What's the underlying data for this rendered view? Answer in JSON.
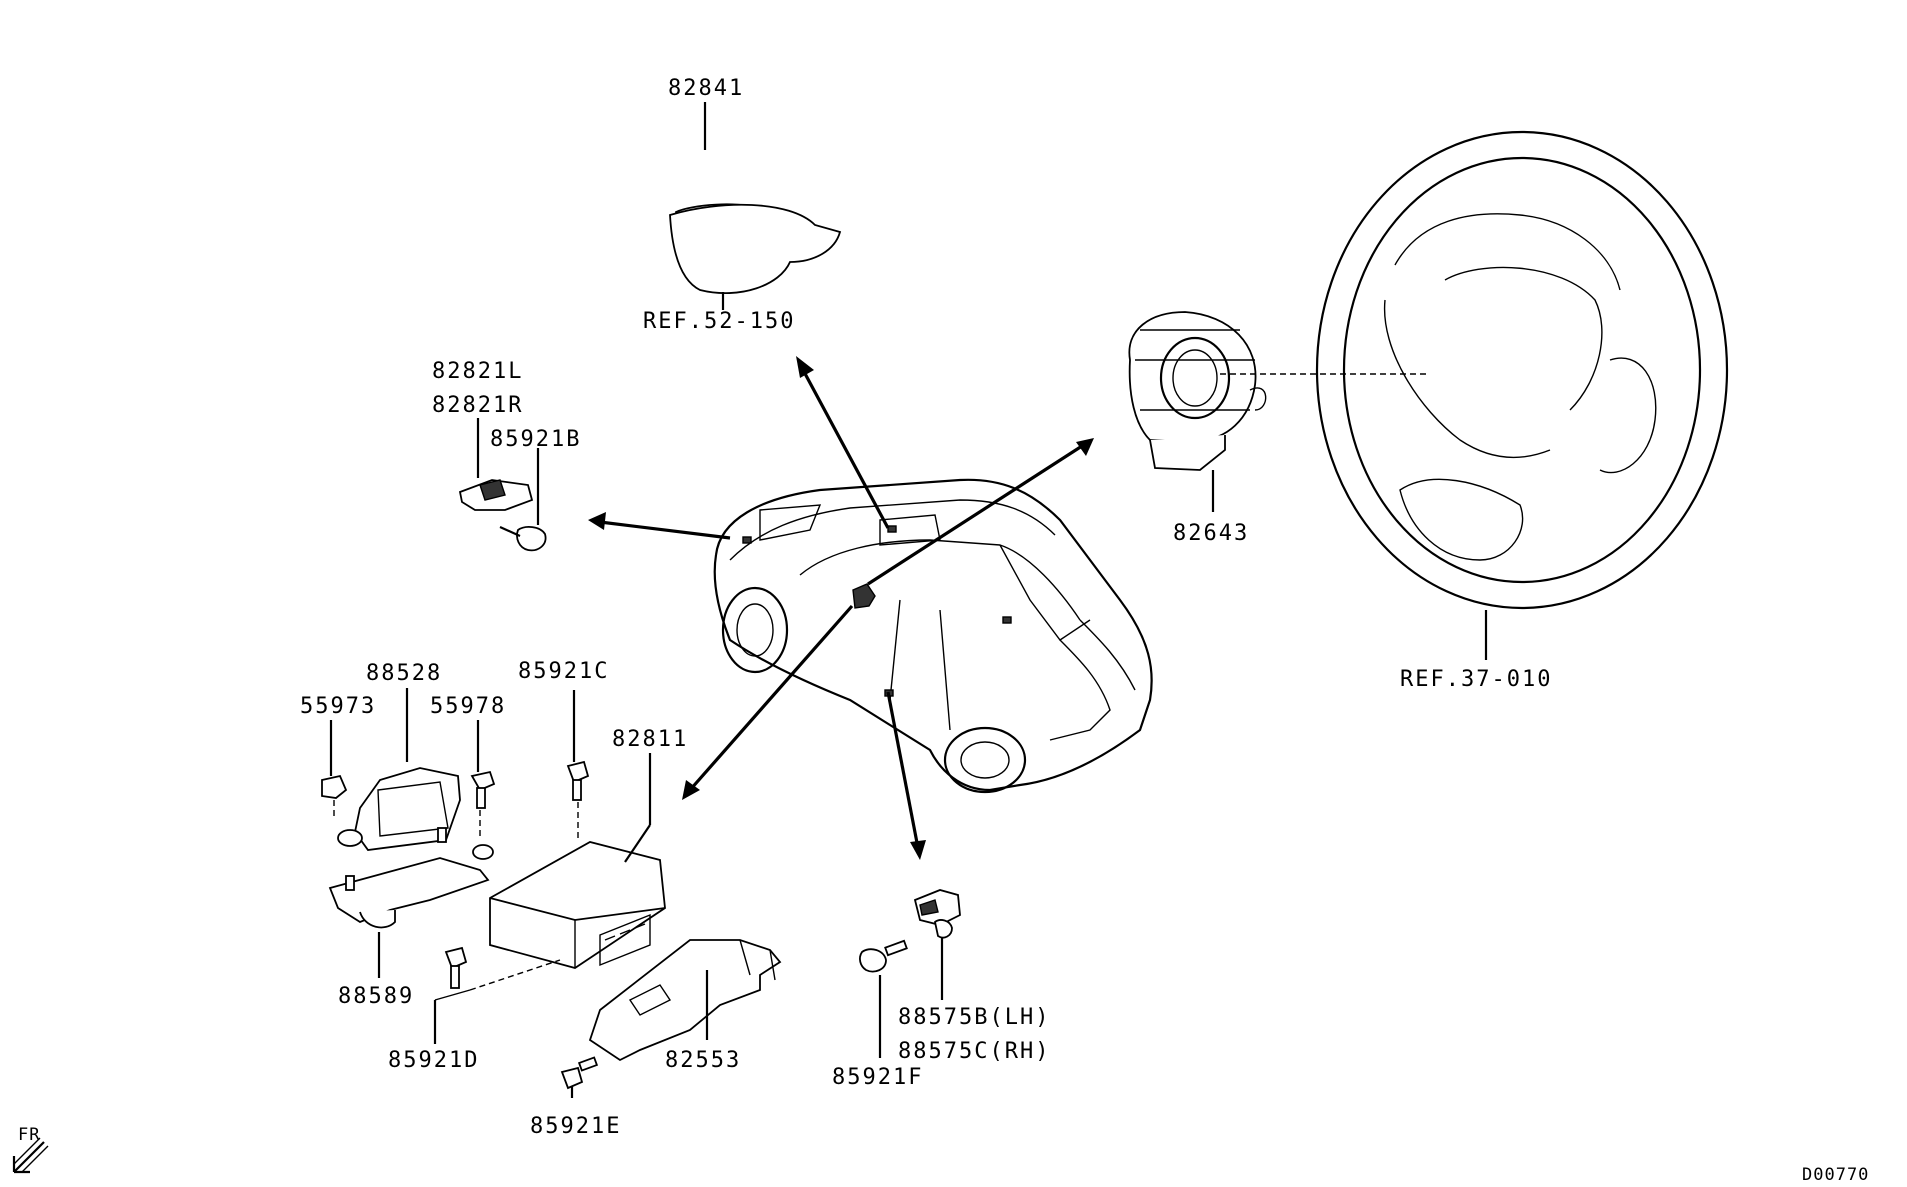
{
  "labels": {
    "p82841": "82841",
    "ref52_150": "REF.52-150",
    "p82821L": "82821L",
    "p82821R": "82821R",
    "p85921B": "85921B",
    "p82643": "82643",
    "ref37_010": "REF.37-010",
    "p88528": "88528",
    "p55973": "55973",
    "p55978": "55978",
    "p85921C": "85921C",
    "p82811": "82811",
    "p88589": "88589",
    "p85921D": "85921D",
    "p82553": "82553",
    "p85921E": "85921E",
    "p88575B": "88575B(LH)",
    "p88575C": "88575C(RH)",
    "p85921F": "85921F",
    "fr": "FR",
    "diagram_code": "D00770"
  }
}
